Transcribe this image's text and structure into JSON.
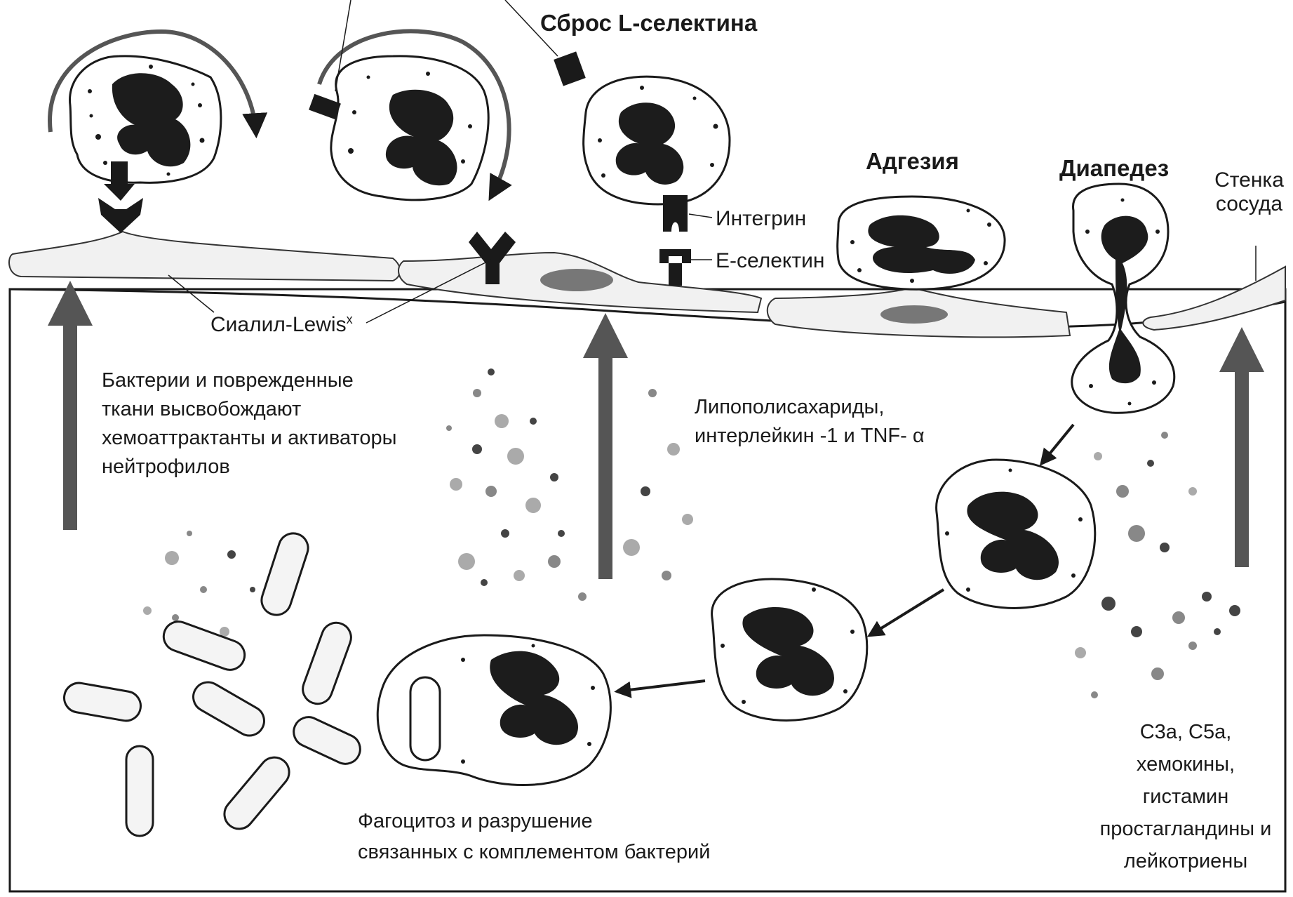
{
  "labels": {
    "l_selectin_shedding": "Сброс L-селектина",
    "adhesion": "Адгезия",
    "diapedesis": "Диапедез",
    "vessel_wall": "Стенка\nсосуда",
    "integrin": "Интегрин",
    "e_selectin": "Е-селектин",
    "sialyl_lewis": "Сиалил-Lewis",
    "sialyl_lewis_sup": "x",
    "bacteria_release": "Бактерии и поврежденные\nткани высвобождают\nхемоаттрактанты и активаторы\nнейтрофилов",
    "lps": "Липополисахариды,\nинтерлейкин -1 и TNF- α",
    "phagocytosis": "Фагоцитоз и разрушение\nсвязанных с комплементом бактерий",
    "mediators": "С3а, С5а,\nхемокины,\nгистамин\nпростагландины и\nлейкотриены"
  },
  "colors": {
    "ink": "#1a1a1a",
    "cell_fill": "#ffffff",
    "endothelium_fill": "#f1f1f1",
    "nucleus_fill": "#1c1c1c",
    "up_arrow": "#555555",
    "granule_light": "#aaaaaa",
    "granule_dark": "#444444"
  }
}
